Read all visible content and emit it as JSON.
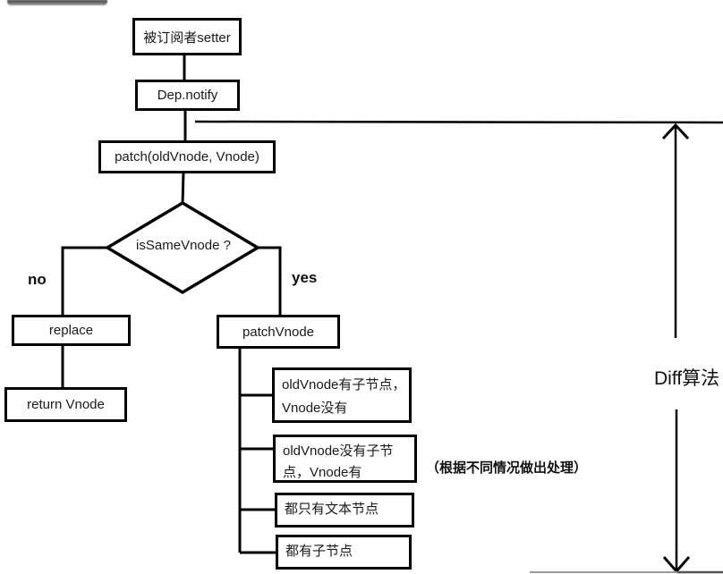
{
  "nodes": {
    "setter": "被订阅者setter",
    "dep_notify": "Dep.notify",
    "patch": "patch(oldVnode, Vnode)",
    "decision": "isSameVnode ?",
    "replace": "replace",
    "return_vnode": "return Vnode",
    "patch_vnode": "patchVnode",
    "case1_line1": "oldVnode有子节点，",
    "case1_line2": "Vnode没有",
    "case2_line1": "oldVnode没有子节",
    "case2_line2": "点，Vnode有",
    "case3": "都只有文本节点",
    "case4": "都有子节点"
  },
  "labels": {
    "no": "no",
    "yes": "yes",
    "note": "（根据不同情况做出处理）",
    "diff": "Diff算法"
  },
  "colors": {
    "stroke": "#000000",
    "background": "#ffffff",
    "faint_line": "#9a9a9a"
  }
}
